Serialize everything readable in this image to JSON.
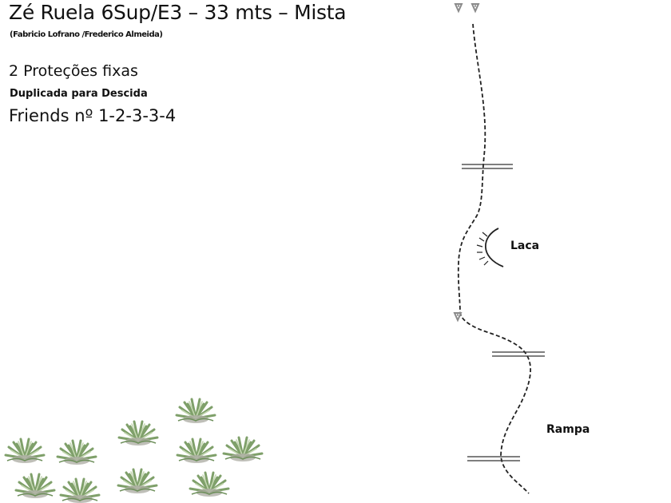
{
  "route": {
    "title": "Zé Ruela 6Sup/E3 – 33 mts – Mista",
    "authors": "(Fabricio Lofrano /Frederico Almeida)",
    "protections": "2 Proteções fixas",
    "descent": "Duplicada para Descida",
    "friends": "Friends nº 1-2-3-3-4"
  },
  "topo": {
    "features": [
      {
        "id": "laca",
        "label": "Laca"
      },
      {
        "id": "rampa",
        "label": "Rampa"
      }
    ],
    "icons": [
      "anchor-bolt-icon",
      "fixed-bolt-icon",
      "flake-icon",
      "ledge-icon",
      "bromeliad-icon"
    ],
    "colors": {
      "line": "#222222",
      "bolt": "#888888",
      "plant_green": "#8aa876",
      "plant_light": "#c9d9b8"
    }
  }
}
